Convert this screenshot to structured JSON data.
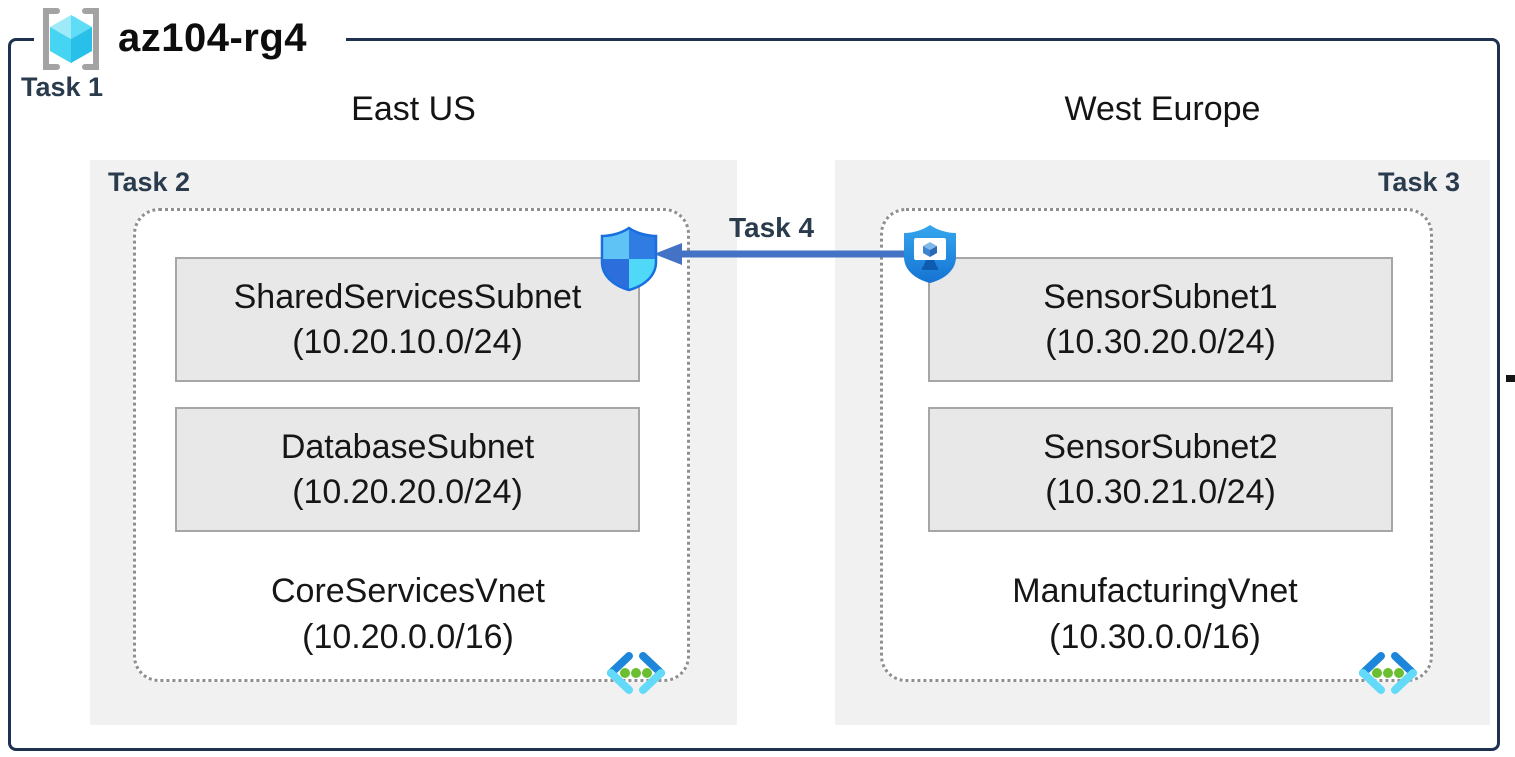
{
  "header": {
    "title": "az104-rg4",
    "icon": "resource-group-icon",
    "task_label": "Task 1"
  },
  "regions": [
    {
      "name": "East US",
      "task_label": "Task 2",
      "badge_icon": "network-security-group-shield-icon",
      "vnet": {
        "name": "CoreServicesVnet",
        "cidr": "(10.20.0.0/16)",
        "icon": "virtual-network-icon",
        "subnets": [
          {
            "name": "SharedServicesSubnet",
            "cidr": "(10.20.10.0/24)"
          },
          {
            "name": "DatabaseSubnet",
            "cidr": "(10.20.20.0/24)"
          }
        ]
      }
    },
    {
      "name": "West Europe",
      "task_label": "Task 3",
      "badge_icon": "bastion-shield-icon",
      "vnet": {
        "name": "ManufacturingVnet",
        "cidr": "(10.30.0.0/16)",
        "icon": "virtual-network-icon",
        "subnets": [
          {
            "name": "SensorSubnet1",
            "cidr": "(10.30.20.0/24)"
          },
          {
            "name": "SensorSubnet2",
            "cidr": "(10.30.21.0/24)"
          }
        ]
      }
    }
  ],
  "connection": {
    "label": "Task 4",
    "direction": "right-to-left"
  },
  "colors": {
    "frame_border": "#1e3150",
    "task_label": "#2a3b4d",
    "region_box_bg": "#f1f1f1",
    "subnet_bg": "#e8e8e8",
    "subnet_border": "#a6a6a6",
    "dotted_border": "#8f8f8f",
    "arrow_blue": "#4472c4",
    "vnet_chevron_dark": "#1d86da",
    "vnet_chevron_light": "#63daf8",
    "vnet_dots_green": "#6abe30"
  }
}
